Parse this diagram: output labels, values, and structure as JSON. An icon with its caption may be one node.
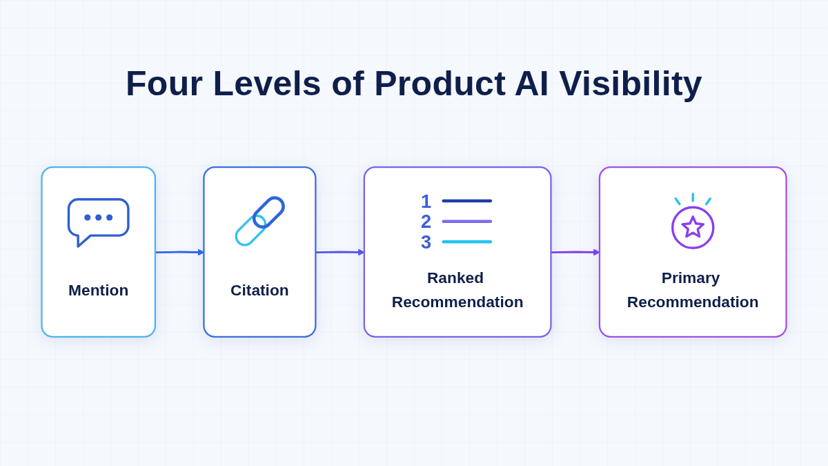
{
  "diagram": {
    "title": "Four Levels of Product AI Visibility",
    "nodes": [
      {
        "text": [
          "Mention"
        ]
      },
      {
        "text": [
          "Citation"
        ]
      },
      {
        "text": [
          "1",
          "2",
          "3",
          "Ranked Recommendation"
        ]
      },
      {
        "text": [
          "Primary Recommendation"
        ]
      }
    ],
    "edges": [
      {
        "from": 0,
        "to": 1,
        "arrow": "to",
        "color": "#2a64f0"
      },
      {
        "from": 1,
        "to": 2,
        "arrow": "to",
        "color": "#5a55ee"
      },
      {
        "from": 2,
        "to": 3,
        "arrow": "to",
        "color": "#8040ec"
      }
    ]
  }
}
